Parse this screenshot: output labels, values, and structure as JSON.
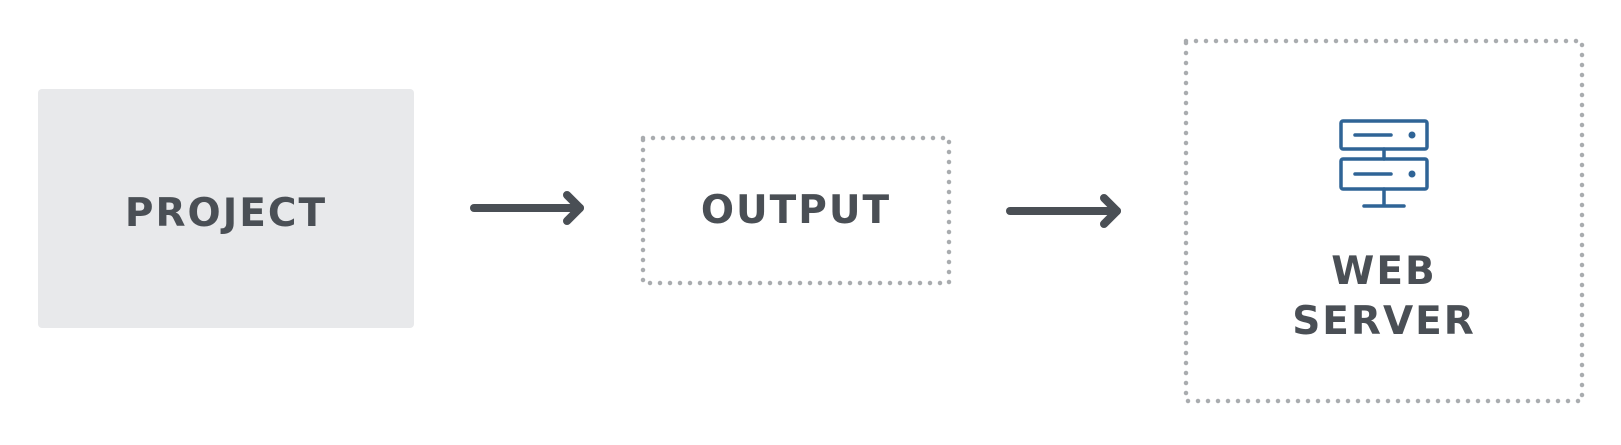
{
  "nodes": {
    "project": {
      "label": "PROJECT"
    },
    "output": {
      "label": "OUTPUT"
    },
    "web_server": {
      "label_line_1": "WEB",
      "label_line_2": "SERVER",
      "icon": "server-icon"
    }
  },
  "colors": {
    "project_fill": "#e8e9eb",
    "text": "#4a4f55",
    "arrow": "#4a4f55",
    "dotted_border": "#a9acaf",
    "icon": "#2f6496"
  }
}
